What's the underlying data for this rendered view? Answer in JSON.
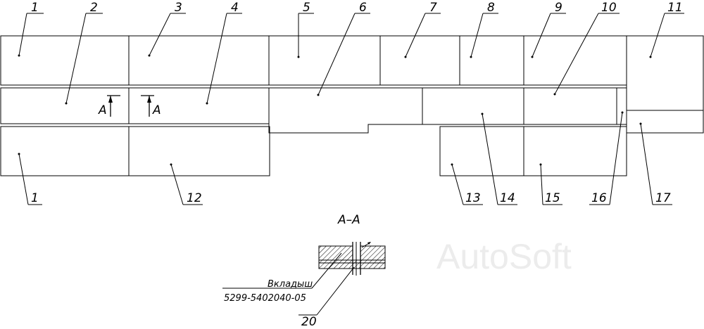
{
  "section_title": "А–А",
  "section_marker": "А",
  "insert_label": "Вкладыш",
  "insert_part_number": "5299-5402040-05",
  "watermark": "AutoSoft",
  "callouts": [
    {
      "id": "c1a",
      "text": "1"
    },
    {
      "id": "c2",
      "text": "2"
    },
    {
      "id": "c3",
      "text": "3"
    },
    {
      "id": "c4",
      "text": "4"
    },
    {
      "id": "c5",
      "text": "5"
    },
    {
      "id": "c6",
      "text": "6"
    },
    {
      "id": "c7",
      "text": "7"
    },
    {
      "id": "c8",
      "text": "8"
    },
    {
      "id": "c9",
      "text": "9"
    },
    {
      "id": "c10",
      "text": "10"
    },
    {
      "id": "c11",
      "text": "11"
    },
    {
      "id": "c1b",
      "text": "1"
    },
    {
      "id": "c12",
      "text": "12"
    },
    {
      "id": "c13",
      "text": "13"
    },
    {
      "id": "c14",
      "text": "14"
    },
    {
      "id": "c15",
      "text": "15"
    },
    {
      "id": "c16",
      "text": "16"
    },
    {
      "id": "c17",
      "text": "17"
    },
    {
      "id": "c20",
      "text": "20"
    }
  ]
}
